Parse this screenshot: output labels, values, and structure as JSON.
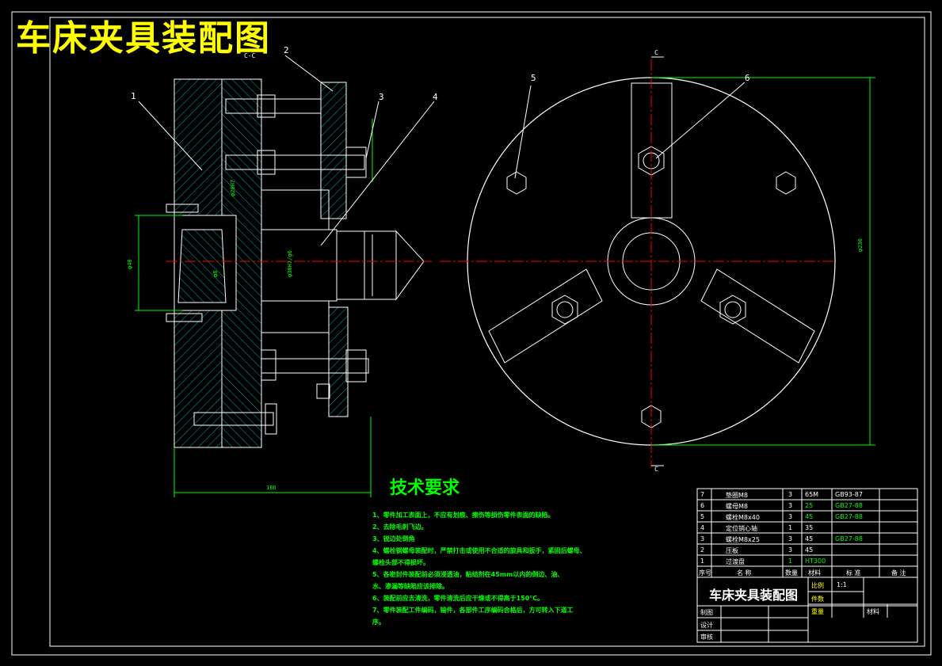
{
  "drawing_title": "车床夹具装配图",
  "section_label": "C-C",
  "view_cut_top": "C",
  "view_cut_bottom": "C",
  "part_labels": [
    "1",
    "2",
    "3",
    "4",
    "5",
    "6"
  ],
  "dims": {
    "left_bottom": "186",
    "right_vertical": "φ230",
    "bore_left": "φ48",
    "bore_mid": "φ30H7/g6",
    "bore_small": "φ8",
    "pin_dim": "φ20H7"
  },
  "tech_requirements": {
    "title": "技术要求",
    "items": [
      "1、零件加工表面上，不应有划痕、擦伤等损伤零件表面的缺陷。",
      "2、去除毛刺飞边。",
      "3、锐边处倒角",
      "4、螺栓钢螺母装配时，严禁打击或使用不合适的旋具和扳手，紧固后螺母、",
      "螺栓头部不得损坏。",
      "5、各密封件装配前必须浸透油，粘结剂在45mm以内的倒边、油、",
      "水、渗漏等缺陷应该排除。",
      "6、装配前应去清洗，零件清洗后应干燥或不得高于150°C。",
      "7、零件装配工件编码，输件，各部件工序编码合格后，方可转入下道工",
      "序。"
    ]
  },
  "bom": {
    "header": [
      "序号",
      "名 称",
      "数量",
      "材料",
      "标 准",
      "备 注"
    ],
    "rows": [
      {
        "no": "7",
        "name": "垫圈M8",
        "qty": "3",
        "mat": "65M",
        "std": "GB93-87"
      },
      {
        "no": "6",
        "name": "螺母M8",
        "qty": "3",
        "mat": "25",
        "std": "GB27-88"
      },
      {
        "no": "5",
        "name": "螺栓M8x40",
        "qty": "3",
        "mat": "45",
        "std": "GB27-88"
      },
      {
        "no": "4",
        "name": "定位销心轴",
        "qty": "1",
        "mat": "35",
        "std": ""
      },
      {
        "no": "3",
        "name": "螺栓M8x25",
        "qty": "3",
        "mat": "45",
        "std": "GB27-88"
      },
      {
        "no": "2",
        "name": "压板",
        "qty": "3",
        "mat": "45",
        "std": ""
      },
      {
        "no": "1",
        "name": "过渡盘",
        "qty": "1",
        "mat": "HT300",
        "std": ""
      }
    ]
  },
  "title_block": {
    "title": "车床夹具装配图",
    "scale_label": "比例",
    "scale_value": "1:1",
    "count_label": "件数",
    "weight_label": "重量",
    "material_label": "材料",
    "drawn_label": "制图",
    "design_label": "设计",
    "check_label": "审核"
  },
  "colors": {
    "background": "#000000",
    "outline": "#ffffff",
    "center_line": "#ff0000",
    "dimension": "#00ff00",
    "hatch": "#00aaaa",
    "title": "#ffff00"
  }
}
